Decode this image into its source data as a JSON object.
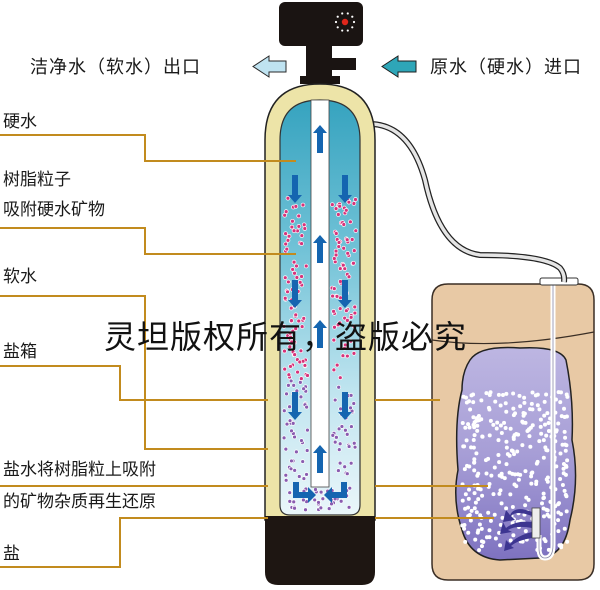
{
  "title": "软水器工作原理示意图",
  "top_labels": {
    "outlet": "洁净水（软水）出口",
    "inlet": "原水（硬水）进口"
  },
  "callouts": [
    {
      "id": "hard-water",
      "lines": [
        "硬水"
      ]
    },
    {
      "id": "resin",
      "lines": [
        "树脂粒子",
        "吸附硬水矿物"
      ]
    },
    {
      "id": "soft-water",
      "lines": [
        "软水"
      ]
    },
    {
      "id": "brine-tank",
      "lines": [
        "盐箱"
      ]
    },
    {
      "id": "regeneration",
      "lines": [
        "盐水将树脂粒上吸附",
        "的矿物杂质再生还原"
      ]
    },
    {
      "id": "salt",
      "lines": [
        "盐"
      ]
    }
  ],
  "watermark": "灵坦版权所有，盗版必究",
  "icons": {
    "outlet_arrow": "arrow-left-light-blue",
    "inlet_arrow": "arrow-left-teal",
    "control_valve": "control-valve-head",
    "flow_arrows": "arrow-up-down-blue"
  },
  "colors": {
    "leader_line": "#C28B1E",
    "tank_shell": "#EDE4A8",
    "tank_base": "#1E1612",
    "hard_water": "#3FA9C2",
    "soft_water": "#CDEBF3",
    "resin_dot_top": "#D6337A",
    "resin_dot_bottom": "#8A5CB0",
    "flow_arrow": "#1565B0",
    "brine_box": "#E8C9A5",
    "salt_fill": "#9F95CF",
    "outlet_arrow": "#BFE3F1",
    "inlet_arrow": "#2EA6B8",
    "indicator_light": "#E0261B"
  }
}
